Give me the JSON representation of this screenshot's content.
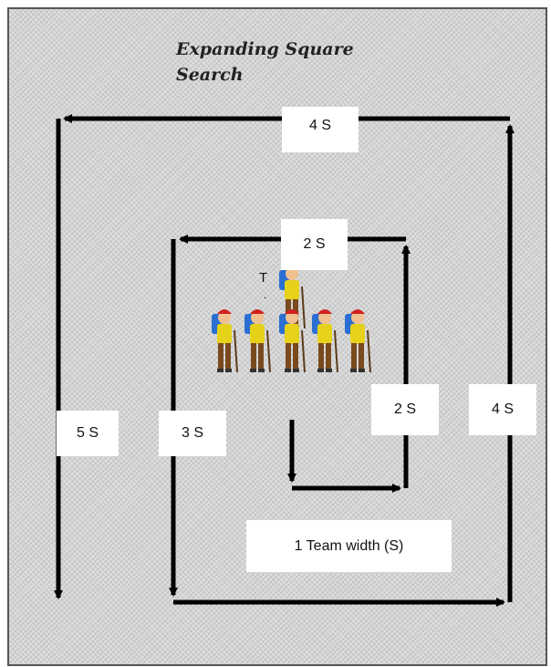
{
  "title": {
    "line1": "Expanding Square",
    "line2": "Search"
  },
  "labels": {
    "top_outer": "4 S",
    "top_inner": "2 S",
    "left_outer": "5 S",
    "left_inner": "3 S",
    "right_inner": "2 S",
    "right_outer": "4 S",
    "team_width": "1 Team width (S)"
  },
  "team_marker": "T",
  "colors": {
    "background": "#d4d4d4",
    "arrow": "#000000",
    "hiker_pack": "#2a6fd1",
    "hiker_hat": "#d02020",
    "hiker_shirt": "#e6d21a",
    "hiker_pants": "#7a4a1f"
  }
}
